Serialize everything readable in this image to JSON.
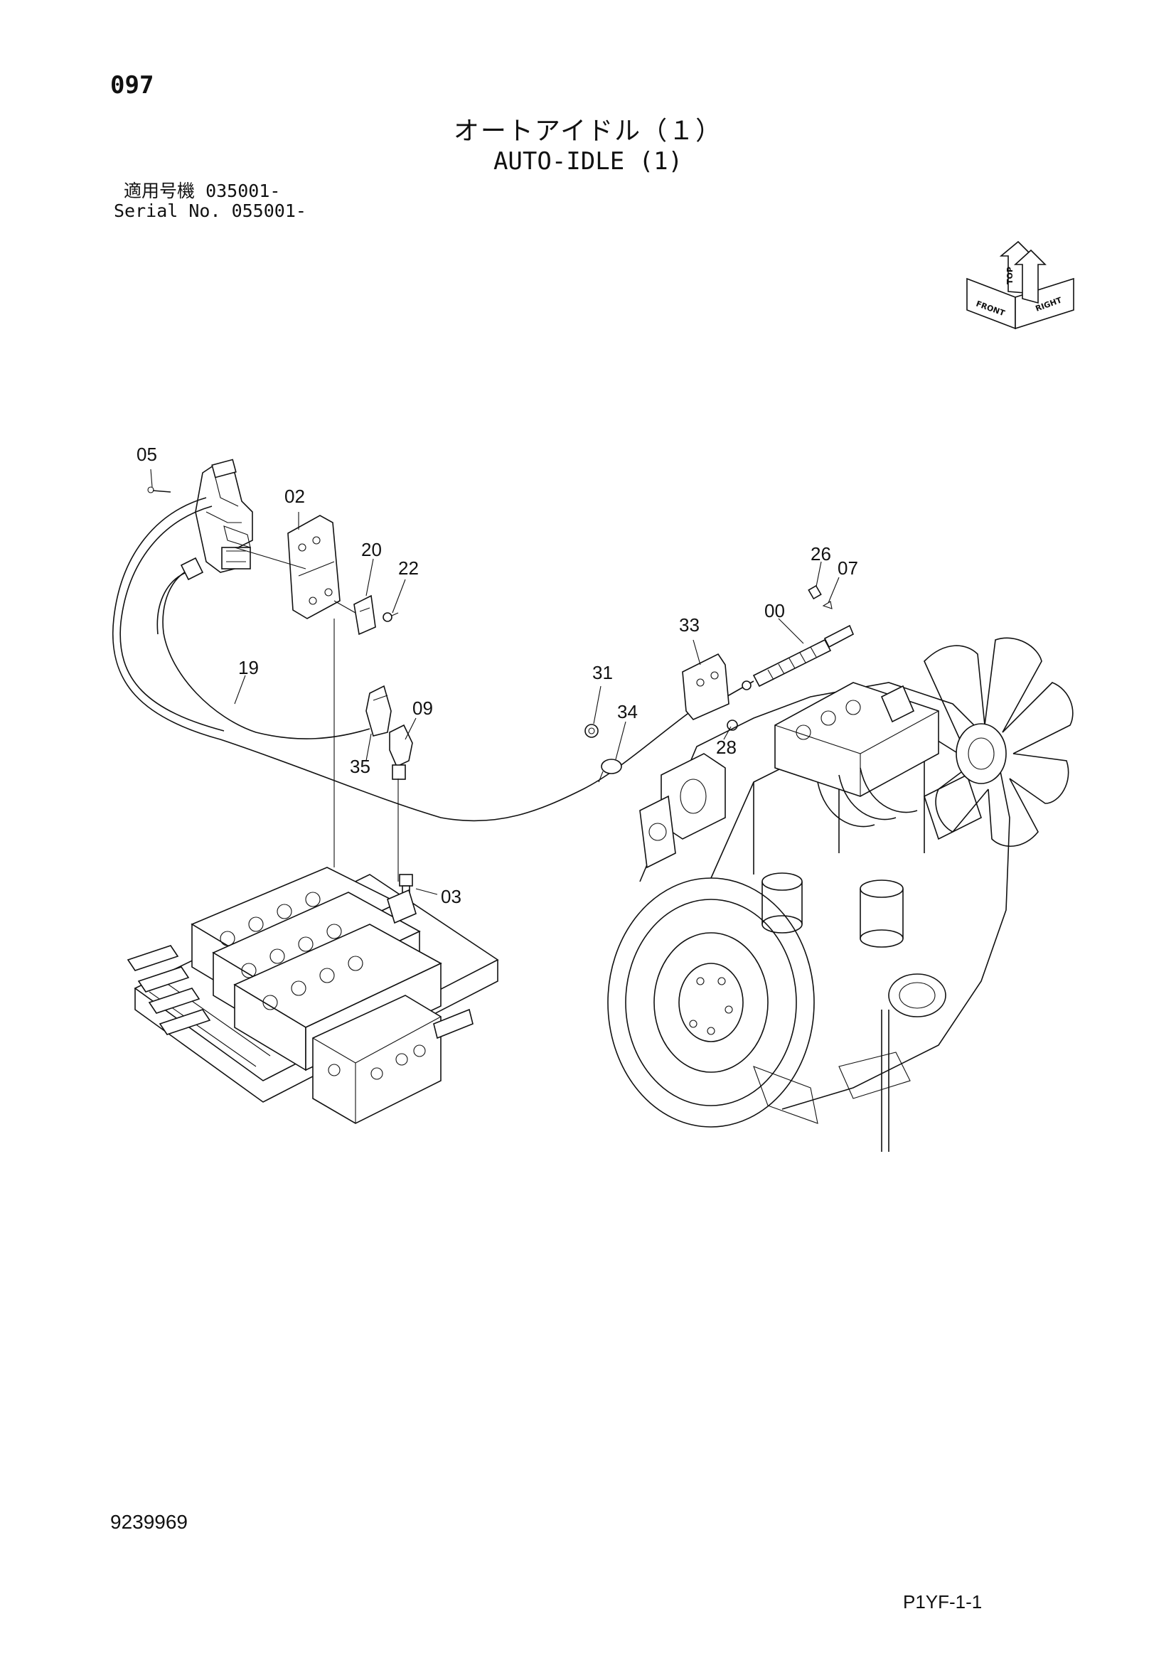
{
  "header": {
    "page_number": "097",
    "title_jp": "オートアイドル（１）",
    "title_en": "AUTO-IDLE (1)"
  },
  "serial": {
    "label_jp": "適用号機",
    "value_jp": "035001-",
    "label_en": "Serial No.",
    "value_en": "055001-"
  },
  "compass": {
    "labels": [
      "FRONT",
      "TOP",
      "RIGHT"
    ]
  },
  "callouts": [
    "05",
    "02",
    "20",
    "22",
    "26",
    "07",
    "00",
    "33",
    "31",
    "34",
    "28",
    "19",
    "09",
    "35",
    "03"
  ],
  "footer": {
    "document_number": "9239969",
    "page_code": "P1YF-1-1"
  }
}
